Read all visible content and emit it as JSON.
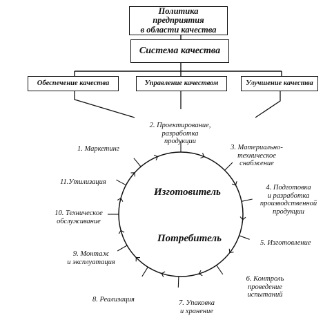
{
  "top_box": {
    "lines": [
      "Политика",
      "предприятия",
      "в области качества"
    ]
  },
  "system_box": {
    "label": "Система качества"
  },
  "branches": {
    "left": "Обеспечение качества",
    "center": "Управление качеством",
    "right": "Улучшение качества"
  },
  "circle": {
    "producer": "Изготовитель",
    "consumer": "Потребитель"
  },
  "stages": [
    {
      "lines": [
        "1. Маркетинг"
      ]
    },
    {
      "lines": [
        "2. Проектирование,",
        "разработка",
        "продукции"
      ]
    },
    {
      "lines": [
        "3. Материально-",
        "техническое",
        "снабжение"
      ]
    },
    {
      "lines": [
        "4. Подготовка",
        "и разработка",
        "производственной",
        "продукции"
      ]
    },
    {
      "lines": [
        "5. Изготовление"
      ]
    },
    {
      "lines": [
        "6. Контроль",
        "проведение",
        "испытаний"
      ]
    },
    {
      "lines": [
        "7. Упаковка",
        "и хранение"
      ]
    },
    {
      "lines": [
        "8. Реализация"
      ]
    },
    {
      "lines": [
        "9. Монтаж",
        "и эксплуатация"
      ]
    },
    {
      "lines": [
        "10. Техническое",
        "обслуживание"
      ]
    },
    {
      "lines": [
        "11.Утилизация"
      ]
    }
  ]
}
